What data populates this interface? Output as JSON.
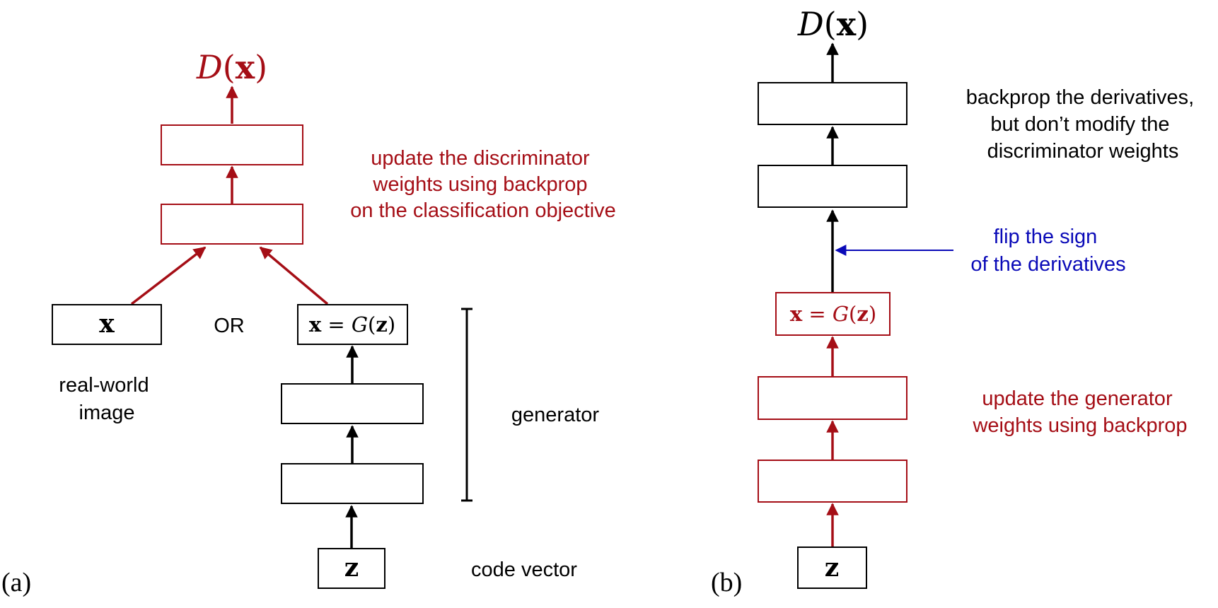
{
  "colors": {
    "red": "#a50e16",
    "black": "#000000",
    "blue": "#0a0ab8",
    "box_stroke": "#000000"
  },
  "panel_a": {
    "panel_label": "(a)",
    "output_label": "D(x)",
    "real_input_label": "x",
    "or_label": "OR",
    "generated_input_label": "x = G(z)",
    "code_input_label": "z",
    "real_caption": [
      "real-world",
      "image"
    ],
    "discriminator_note": [
      "update the discriminator",
      "weights using backprop",
      "on the classification objective"
    ],
    "generator_label": "generator",
    "code_vector_label": "code vector"
  },
  "panel_b": {
    "panel_label": "(b)",
    "output_label": "D(x)",
    "generated_input_label": "x = G(z)",
    "code_input_label": "z",
    "backprop_note": [
      "backprop the derivatives,",
      "but don’t modify the",
      "discriminator weights"
    ],
    "flip_note": [
      "flip the sign",
      "of the derivatives"
    ],
    "generator_note": [
      "update the generator",
      "weights using backprop"
    ]
  }
}
